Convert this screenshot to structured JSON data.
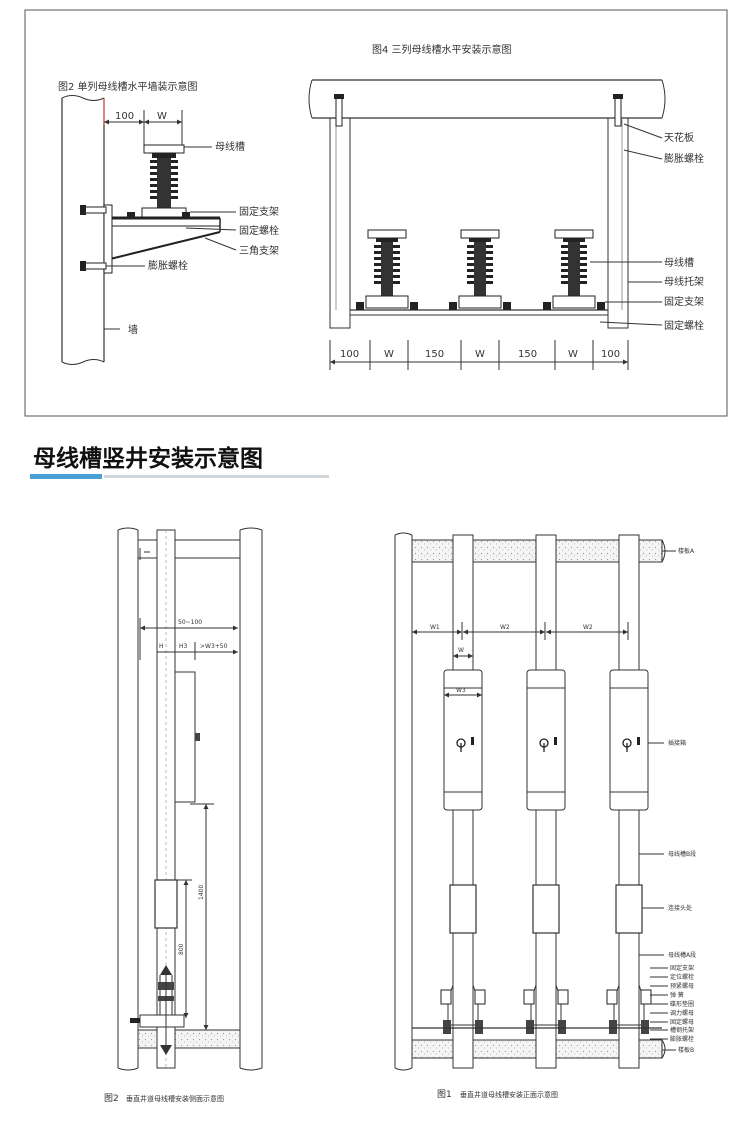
{
  "top_panel": {
    "fig2_title": "图2 单列母线槽水平墙装示意图",
    "fig4_title": "图4 三列母线槽水平安装示意图",
    "fig2_labels": {
      "busway": "母线槽",
      "fixed_bracket": "固定支架",
      "fixed_bolt": "固定螺栓",
      "triangle_bracket": "三角支架",
      "expansion_bolt": "膨胀螺栓",
      "wall": "墙",
      "dim_100": "100",
      "dim_w": "W"
    },
    "fig4_labels": {
      "ceiling": "天花板",
      "expansion_bolt": "膨胀螺栓",
      "busway": "母线槽",
      "busway_tray": "母线托架",
      "fixed_bracket": "固定支架",
      "fixed_bolt": "固定螺栓"
    },
    "fig4_dims": [
      "100",
      "W",
      "150",
      "W",
      "150",
      "W",
      "100"
    ]
  },
  "section": {
    "title": "母线槽竖井安装示意图",
    "accent_color": "#4a9fd5"
  },
  "side_view": {
    "dims": {
      "d50_100": "50~100",
      "h": "H",
      "h3": "H3",
      "w3_50": ">W3+50",
      "d1400": "1400",
      "d800": "800"
    },
    "caption_num": "图2",
    "caption_text": "垂直井道母线槽安装侧面示意图"
  },
  "front_view": {
    "dims": {
      "w1": "W1",
      "w2a": "W2",
      "w2b": "W2",
      "w": "W",
      "w3": "W3"
    },
    "labels": {
      "floor_a": "楼板A",
      "floor_b": "楼板B",
      "plugin_box": "插接箱",
      "seg_b": "母线槽B段",
      "joint": "连接头处",
      "seg_a": "母线槽A段",
      "fixed_bracket": "固定支架",
      "locating_bolt": "定位螺栓",
      "pretension_nut": "预紧螺母",
      "spring": "弹  簧",
      "special_washer": "碟形垫圈",
      "adjust_nut": "调力螺母",
      "fixed_nut": "固定螺母",
      "channel_tray": "槽钢托架",
      "expansion_bolt": "膨胀螺栓"
    },
    "caption_num": "图1",
    "caption_text": "垂直井道母线槽安装正面示意图"
  }
}
